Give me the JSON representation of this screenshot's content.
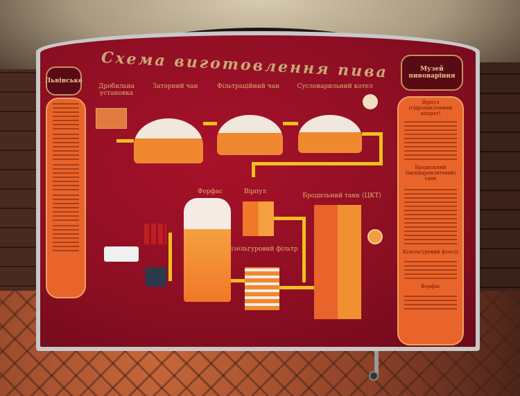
{
  "board": {
    "title": "Схема виготовлення пива",
    "logo_left": "Львівське",
    "logo_right": "Музей пивоваріння",
    "stages": {
      "mill": "Дробильна установка",
      "mash_tun": "Заторний чан",
      "lauter_tun": "Фільтраційний чан",
      "wort_kettle": "Сусловарильний котел",
      "forfas": "Форфас",
      "whirlpool": "Вірпул",
      "fermenter": "Бродильний танк (ЦКТ)",
      "kieselguhr": "Кізельгуровий фільтр"
    },
    "right_panel": {
      "sections": [
        "Вірпул (гідроциклонний апарат)",
        "Бродильний (циліндроконічний) танк",
        "Кізельгуровий фільтр",
        "Форфас"
      ]
    }
  },
  "colors": {
    "board_red": "#8a0e22",
    "accent_orange": "#e8642a",
    "pipe_yellow": "#f0c020"
  }
}
